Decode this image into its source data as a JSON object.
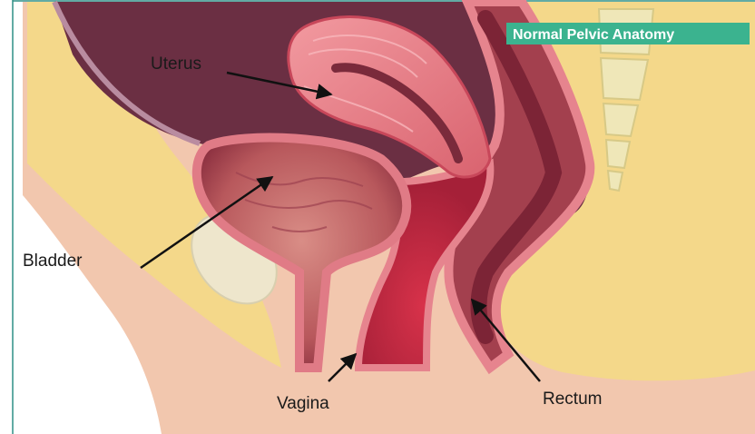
{
  "title": "Normal Pelvic Anatomy",
  "labels": {
    "uterus": "Uterus",
    "bladder": "Bladder",
    "vagina": "Vagina",
    "rectum": "Rectum"
  },
  "colors": {
    "title_badge": "#3bb38f",
    "frame_line": "#2f8f86",
    "skin": "#f2c7ae",
    "fat": "#f4d88a",
    "cavity": "#6b2f43",
    "tissue": "#e07b86",
    "wall": "#c8475a"
  }
}
